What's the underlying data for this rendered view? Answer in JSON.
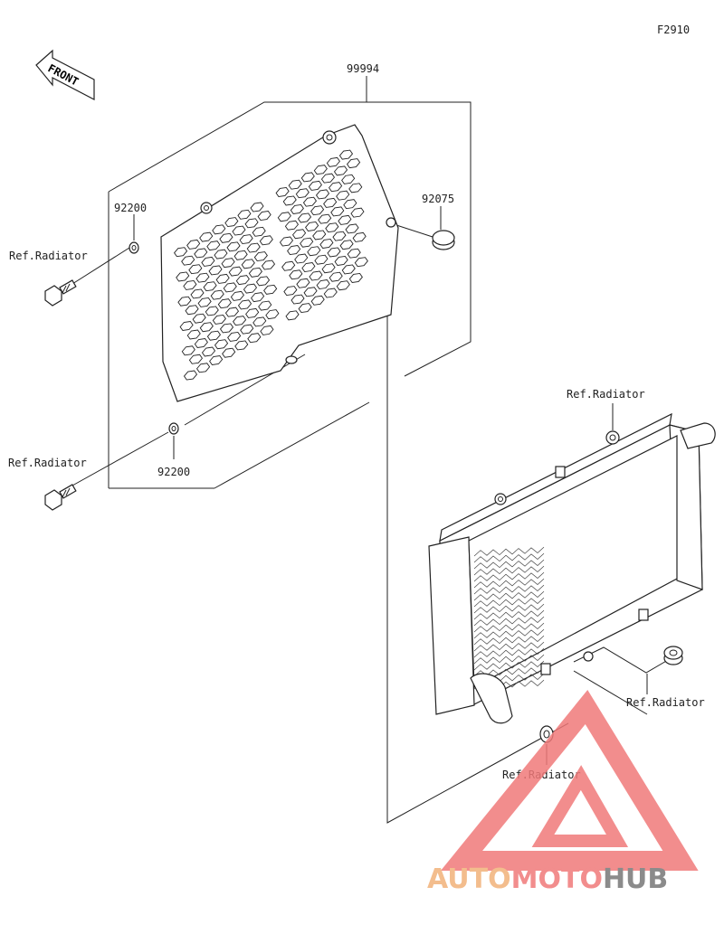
{
  "diagram_id": "F2910",
  "front_label": "FRONT",
  "parts": {
    "guard": "99994",
    "cap": "92075",
    "washer_upper": "92200",
    "washer_lower": "92200"
  },
  "refs": {
    "bolt_upper": "Ref.Radiator",
    "bolt_lower": "Ref.Radiator",
    "radiator_top": "Ref.Radiator",
    "grommet_right": "Ref.Radiator",
    "grommet_bottom": "Ref.Radiator"
  },
  "watermark": {
    "part1": "AUTO",
    "part2": "MOTO",
    "part3": "HUB",
    "color_primary": "#f2b27a",
    "color_secondary": "#f07a7a",
    "color_dark": "#777777"
  }
}
